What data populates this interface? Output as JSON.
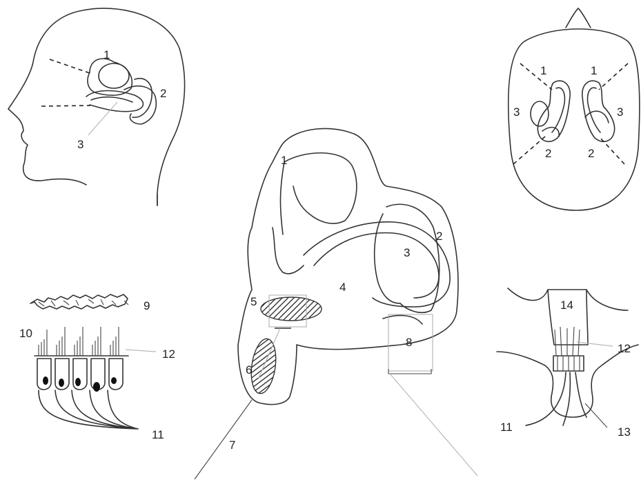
{
  "head_side": {
    "labels": [
      "1",
      "2",
      "3"
    ]
  },
  "head_top": {
    "labels": [
      "1",
      "1",
      "3",
      "3",
      "2",
      "2"
    ]
  },
  "labyrinth": {
    "labels": [
      "1",
      "2",
      "3",
      "4",
      "5",
      "6",
      "7",
      "8"
    ]
  },
  "macula": {
    "labels": [
      "9",
      "10",
      "12",
      "11"
    ]
  },
  "crista": {
    "labels": [
      "14",
      "12",
      "11",
      "13"
    ]
  }
}
